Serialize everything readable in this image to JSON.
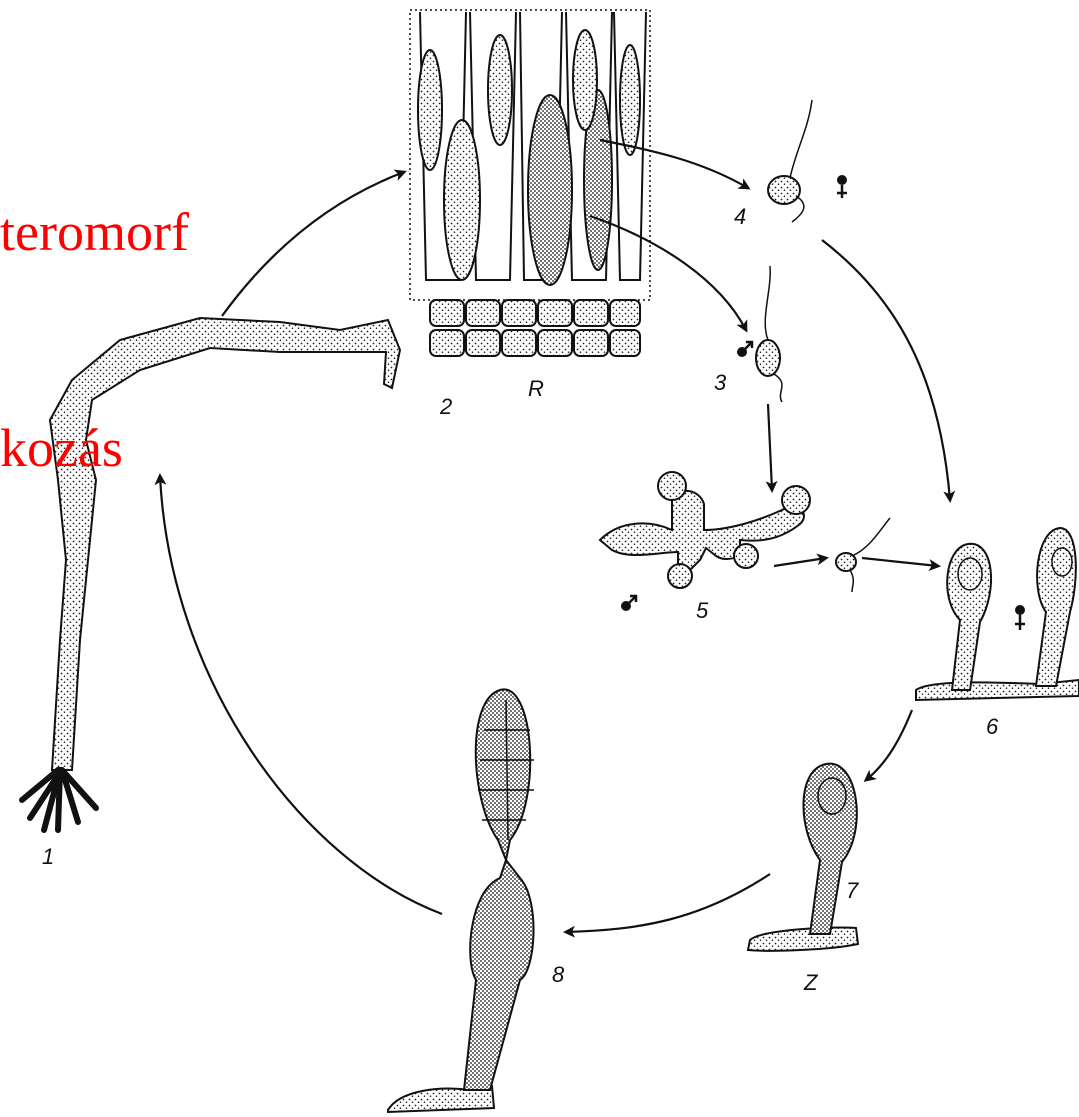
{
  "title": {
    "line1": "teromorf",
    "line2": "kozás",
    "color": "#ff0000"
  },
  "stage_labels": {
    "s1": "1",
    "s2": "2",
    "r": "R",
    "s3": "3",
    "s4": "4",
    "s5": "5",
    "s6": "6",
    "s7": "7",
    "s8": "8",
    "z": "Z"
  },
  "symbols": [
    "female-symbol",
    "male-symbol"
  ],
  "colors": {
    "ink": "#111111",
    "paper": "#ffffff"
  }
}
